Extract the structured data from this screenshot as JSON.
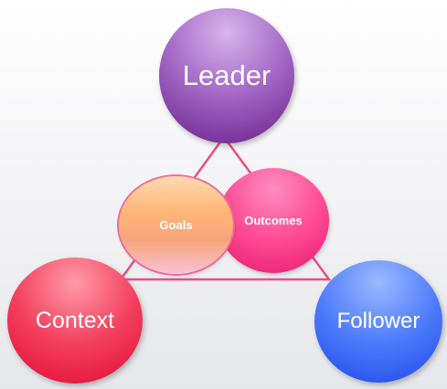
{
  "nodes": {
    "leader": "Leader",
    "context": "Context",
    "follower": "Follower",
    "goals": "Goals",
    "outcomes": "Outcomes"
  },
  "colors": {
    "leader": "#8e44b8",
    "context": "#f2264e",
    "follower": "#3a66f5",
    "goals": "#ffbd80",
    "outcomes": "#ff3d8c",
    "triangle_line": "#e94f86"
  }
}
